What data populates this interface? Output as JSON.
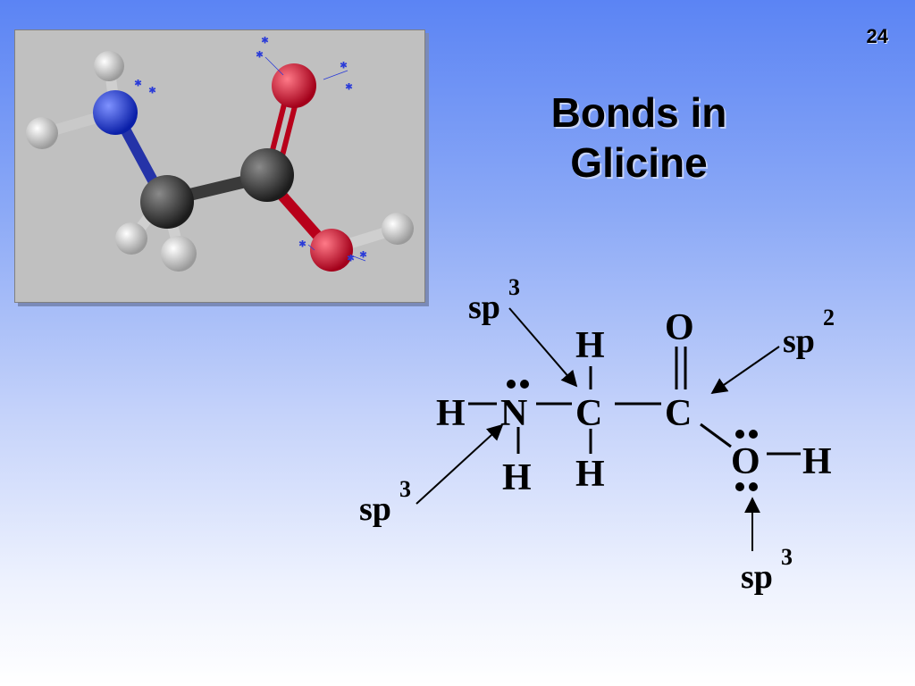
{
  "slide": {
    "number": "24"
  },
  "title": {
    "line1": "Bonds in",
    "line2": "Glicine"
  },
  "molecule_model": {
    "atom_colors": {
      "nitrogen": "#1a33d6",
      "oxygen": "#e0102a",
      "carbon": "#3a3a3a",
      "hydrogen": "#dedede"
    },
    "panel_color": "#c0c0c0"
  },
  "structure": {
    "atoms": {
      "h_left": "H",
      "n": "N",
      "h_below_n": "H",
      "c_alpha": "C",
      "h_above_c": "H",
      "h_below_c": "H",
      "c_carbonyl": "C",
      "o_double": "O",
      "o_hydroxyl": "O",
      "h_hydroxyl": "H"
    },
    "hybridization_labels": [
      {
        "id": "c_alpha",
        "base": "sp",
        "sup": "3"
      },
      {
        "id": "c_carbonyl",
        "base": "sp",
        "sup": "2"
      },
      {
        "id": "n",
        "base": "sp",
        "sup": "3"
      },
      {
        "id": "o_hydroxyl",
        "base": "sp",
        "sup": "3"
      }
    ]
  }
}
